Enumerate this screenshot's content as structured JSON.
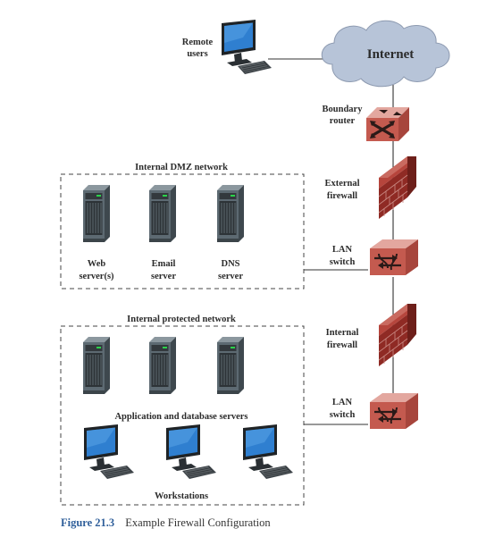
{
  "labels": {
    "remote_users": [
      "Remote",
      "users"
    ],
    "internet": "Internet",
    "boundary_router": [
      "Boundary",
      "router"
    ],
    "external_firewall": [
      "External",
      "firewall"
    ],
    "lan_switch_1": [
      "LAN",
      "switch"
    ],
    "internal_firewall": [
      "Internal",
      "firewall"
    ],
    "lan_switch_2": [
      "LAN",
      "switch"
    ],
    "dmz_title": "Internal DMZ network",
    "web_server": [
      "Web",
      "server(s)"
    ],
    "email_server": [
      "Email",
      "server"
    ],
    "dns_server": [
      "DNS",
      "server"
    ],
    "protected_title": "Internal protected network",
    "app_db_servers": "Application and database servers",
    "workstations": "Workstations"
  },
  "caption": {
    "number": "Figure 21.3",
    "text": "Example Firewall Configuration"
  },
  "icons": {
    "server": "server-tower-icon",
    "monitor": "desktop-workstation-icon",
    "router": "router-icon",
    "firewall": "brick-firewall-icon",
    "switch": "lan-switch-icon",
    "cloud": "internet-cloud-icon"
  },
  "colors": {
    "cloud": "#b7c4d8",
    "device_red": "#c45a4f",
    "firewall_brick": "#8f2a24",
    "monitor_screen": "#2f7fd0",
    "server_body": "#5d6a72",
    "caption_blue": "#2f5f9a"
  }
}
